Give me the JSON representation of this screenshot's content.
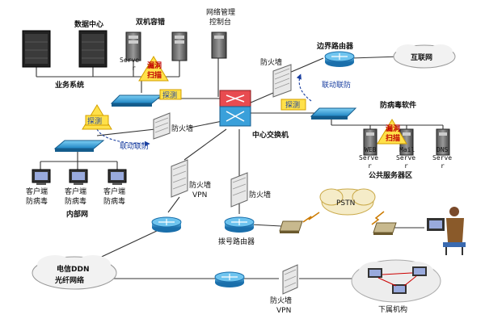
{
  "labels": {
    "data_center": "数据中心",
    "dual_backup": "双机容错",
    "net_mgmt_1": "网络管理",
    "net_mgmt_2": "控制台",
    "serve_vertical": "Serve",
    "serve_r": "r",
    "business_sys": "业务系统",
    "vuln_scan_1a": "漏洞",
    "vuln_scan_1b": "扫描",
    "probe_center": "探测",
    "firewall_top": "防火墙",
    "border_router": "边界路由器",
    "internet": "互联网",
    "linkage_right": "联动联防",
    "probe_right": "探测",
    "antivirus_sw": "防病毒软件",
    "probe_left": "探测",
    "firewall_mid": "防火墙",
    "core_switch": "中心交换机",
    "linkage_left": "联动联防",
    "vuln_scan_2a": "漏洞",
    "vuln_scan_2b": "扫描",
    "web_server": [
      "WEB",
      "Serve",
      "r"
    ],
    "mail_server": [
      "Mail",
      "Serve",
      "r"
    ],
    "dns_server": [
      "DNS",
      "Serve",
      "r"
    ],
    "public_server_zone": "公共服务器区",
    "client1": [
      "客户端",
      "防病毒"
    ],
    "client2": [
      "客户端",
      "防病毒"
    ],
    "client3": [
      "客户端",
      "防病毒"
    ],
    "internal_net": "内部网",
    "fw_vpn": [
      "防火墙",
      "VPN"
    ],
    "fw_dial": "防火墙",
    "pstn": "PSTN",
    "dial_router": "拨号路由器",
    "ddn_1": "电信DDN",
    "ddn_2": "光纤网络",
    "fw_vpn_bottom": [
      "防火墙",
      "VPN"
    ],
    "branch": "下属机构"
  },
  "colors": {
    "line": "#333333",
    "dashed_arrow": "#1a3fa0",
    "switch_fill": "#2a9bd6",
    "router_fill": "#2a7fbf",
    "core_fill": "#d9343a",
    "probe_badge": "#e9c41a",
    "scan_red": "#d21c1c",
    "cloud": "#f2f2f2"
  }
}
